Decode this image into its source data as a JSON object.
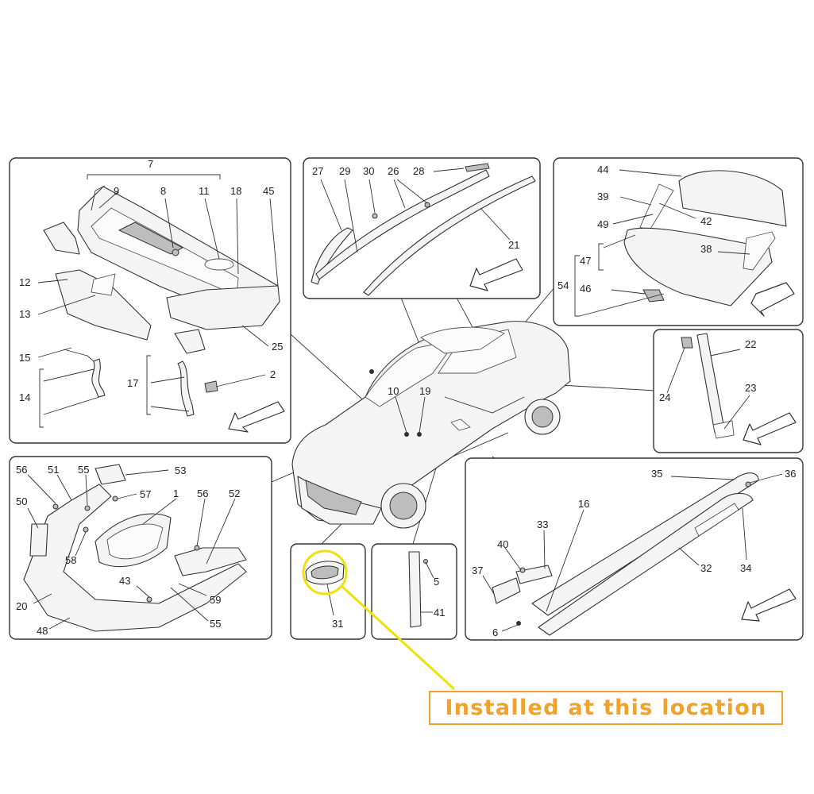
{
  "panels": {
    "cowl": {
      "labels": [
        "7",
        "9",
        "8",
        "11",
        "18",
        "45",
        "12",
        "13",
        "15",
        "14",
        "17",
        "2",
        "25"
      ]
    },
    "roof": {
      "labels": [
        "27",
        "29",
        "30",
        "26",
        "28",
        "21"
      ]
    },
    "tailgate": {
      "labels": [
        "44",
        "39",
        "42",
        "49",
        "47",
        "38",
        "54",
        "46"
      ]
    },
    "pillar": {
      "labels": [
        "22",
        "24",
        "23"
      ]
    },
    "center_car": {
      "labels": [
        "10",
        "19"
      ]
    },
    "engine_bay": {
      "labels": [
        "56",
        "51",
        "55",
        "53",
        "57",
        "50",
        "1",
        "56",
        "52",
        "58",
        "43",
        "59",
        "20",
        "55",
        "48"
      ]
    },
    "badge": {
      "labels": [
        "31"
      ]
    },
    "trim": {
      "labels": [
        "5",
        "41"
      ]
    },
    "sill": {
      "labels": [
        "35",
        "36",
        "16",
        "33",
        "40",
        "37",
        "32",
        "34",
        "6"
      ]
    }
  },
  "note": {
    "text": "Installed at this location"
  },
  "colors": {
    "highlight": "#f0e10a",
    "note": "#f0a22b",
    "line": "#333333"
  }
}
